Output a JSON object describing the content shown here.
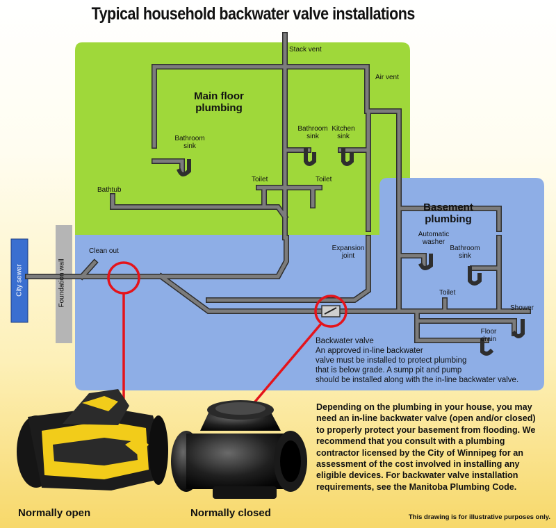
{
  "title": "Typical household backwater valve installations",
  "zones": {
    "main_floor_heading": [
      "Main floor",
      "plumbing"
    ],
    "basement_heading": [
      "Basement",
      "plumbing"
    ]
  },
  "labels": {
    "stack_vent": "Stack vent",
    "air_vent": "Air vent",
    "bathroom_sink_main": [
      "Bathroom",
      "sink"
    ],
    "bathroom_sink_main2": [
      "Bathroom",
      "sink"
    ],
    "kitchen_sink": [
      "Kitchen",
      "sink"
    ],
    "bathtub": "Bathtub",
    "toilet_main_1": "Toilet",
    "toilet_main_2": "Toilet",
    "clean_out": "Clean out",
    "expansion_joint": [
      "Expansion",
      "joint"
    ],
    "automatic_washer": [
      "Automatic",
      "washer"
    ],
    "bathroom_sink_basement": [
      "Bathroom",
      "sink"
    ],
    "toilet_basement": "Toilet",
    "shower": "Shower",
    "floor_drain": [
      "Floor",
      "drain"
    ],
    "city_sewer": "City sewer",
    "foundation_wall": "Foundation wall"
  },
  "backwater_note": {
    "heading": "Backwater valve",
    "lines": [
      "An approved in-line backwater",
      "valve must be installed to protect plumbing",
      "that is below grade. A sump pit and pump",
      "should be installed along with the in-line backwater valve."
    ]
  },
  "paragraph": [
    "Depending on the plumbing in your house, you may",
    "need an in-line backwater valve (open and/or closed)",
    "to properly protect your basement from flooding. We",
    "recommend that you consult with a plumbing",
    "contractor licensed by the City of Winnipeg for an",
    "assessment of the cost involved in installing any",
    "eligible devices. For backwater valve installation",
    "requirements, see the Manitoba Plumbing Code."
  ],
  "captions": {
    "normally_open": "Normally open",
    "normally_closed": "Normally closed"
  },
  "disclaimer": "This drawing is for illustrative purposes only.",
  "colors": {
    "main_floor_zone": "#9fd83a",
    "basement_zone": "#8eaee6",
    "city_sewer": "#3a6fd0",
    "foundation_wall": "#b5b5b5",
    "pipe": "#6b6b6b",
    "highlight": "#e4141b",
    "valve_cutaway": "#f2cc1a"
  }
}
